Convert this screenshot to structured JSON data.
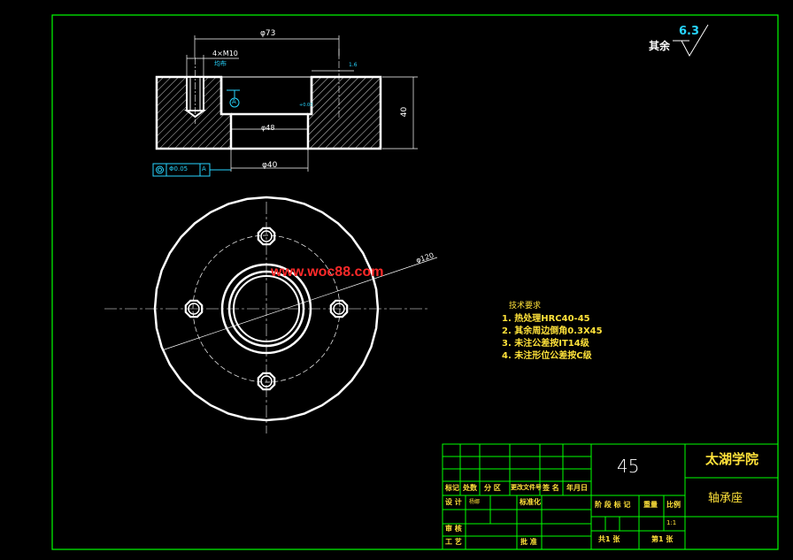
{
  "drawing": {
    "dims": {
      "d73": "φ73",
      "thread": "4×M10",
      "thread_note": "均布",
      "d40": "φ40",
      "h40": "40",
      "d120": "φ120",
      "d8": "φ48",
      "fit_small": "+0.03",
      "rough_small": "1.6",
      "datum": "A",
      "concentric_value": "Φ0.05",
      "concentric_datum": "A"
    },
    "roughness": {
      "label": "其余",
      "value": "6.3"
    },
    "notes": {
      "title": "技术要求",
      "items": [
        "1. 热处理HRC40-45",
        "2. 其余周边倒角0.3X45",
        "3. 未注公差按IT14级",
        "4. 未注形位公差按C级"
      ]
    },
    "watermark": "www.woc88.com"
  },
  "title_block": {
    "material": "45",
    "school": "太湖学院",
    "part_name": "轴承座",
    "hdr": [
      "标记",
      "处数",
      "分 区",
      "更改文件号",
      "签 名",
      "年月日"
    ],
    "design": "设 计",
    "design_name": "杨娜",
    "standard": "标准化",
    "stage": "阶 段 标 记",
    "weight": "重量",
    "scale": "比例",
    "scale_value": "1:1",
    "review": "审 核",
    "process": "工 艺",
    "approve": "批 准",
    "total": "共1 张",
    "sheet": "第1 张"
  },
  "colors": {
    "frame": "#00ff00",
    "line": "#ffffff",
    "dim": "#27d5ff",
    "note": "#ffe23a",
    "watermark": "#ff2a2a"
  }
}
